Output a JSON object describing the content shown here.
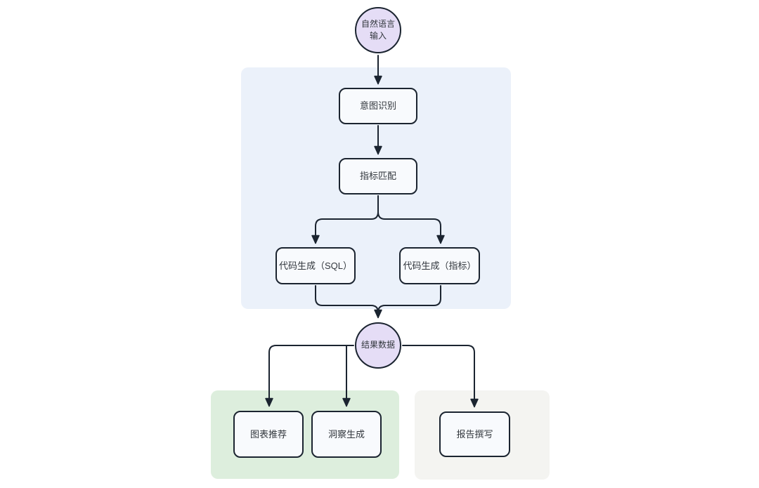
{
  "diagram": {
    "nodes": {
      "input_circle": {
        "label_line1": "自然语言",
        "label_line2": "输入"
      },
      "intent": {
        "label": "意图识别"
      },
      "metric_match": {
        "label": "指标匹配"
      },
      "codegen_sql": {
        "label": "代码生成（SQL）"
      },
      "codegen_metric": {
        "label": "代码生成（指标）"
      },
      "result_circle": {
        "label": "结果数据"
      },
      "chart_rec": {
        "label": "图表推荐"
      },
      "insight_gen": {
        "label": "洞察生成"
      },
      "report_write": {
        "label": "报告撰写"
      }
    },
    "groups": {
      "analysis_pipeline_bg": "#ebf1fa",
      "visualization_bg": "#ddeedd",
      "reporting_bg": "#f4f4f1"
    },
    "colors": {
      "page_bg": "#ffffff",
      "node_fill": "#f8fafd",
      "circle_fill": "#e5ddf6",
      "stroke": "#1b2430",
      "text": "#32373d"
    },
    "edges": [
      "自然语言输入 -> 意图识别",
      "意图识别 -> 指标匹配",
      "指标匹配 -> 代码生成（SQL）",
      "指标匹配 -> 代码生成（指标）",
      "代码生成（SQL） -> 结果数据",
      "代码生成（指标） -> 结果数据",
      "结果数据 -> 图表推荐",
      "结果数据 -> 洞察生成",
      "结果数据 -> 报告撰写"
    ]
  }
}
